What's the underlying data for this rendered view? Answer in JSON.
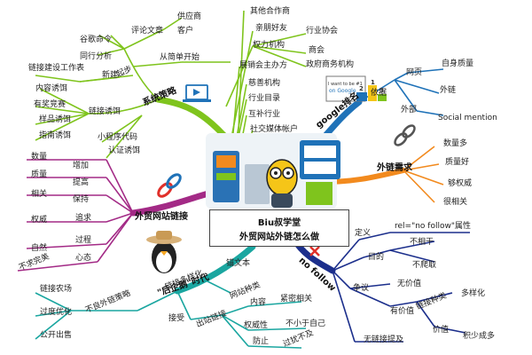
{
  "center": {
    "line1": "Biu叔学堂",
    "line2": "外贸网站外链怎么做"
  },
  "colors": {
    "green": "#7fc41d",
    "blue": "#1f72b8",
    "orange": "#f28a1e",
    "purple": "#a32a86",
    "darkblue": "#1c2f8c",
    "teal": "#1aa6a0",
    "red": "#e0302a"
  },
  "branches": {
    "system": {
      "title": "系统策略",
      "items": [
        "供应商",
        "评论文章",
        "客户",
        "谷歌命令",
        "同行分析",
        "起步",
        "从简单开始",
        "链接建设工作表",
        "新建",
        "内容诱饵",
        "有奖竞赛",
        "样品诱饵",
        "指南诱饵",
        "链接诱饵",
        "小程序代码",
        "认证诱饵",
        "其他合作商",
        "亲朋好友",
        "权力机构",
        "行业协会",
        "商会",
        "政府商务机构",
        "展销会主办方",
        "慈善机构",
        "行业目录",
        "互补行业",
        "社交媒体帐户"
      ]
    },
    "google": {
      "title": "google排名",
      "items": [
        "依据",
        "网页",
        "自身质量",
        "外链",
        "外部",
        "Social mention"
      ]
    },
    "demand": {
      "title": "外链需求",
      "items": [
        "数量多",
        "质量好",
        "够权威",
        "很相关"
      ]
    },
    "nofollow": {
      "title": "no follow",
      "items": [
        "定义",
        "rel=\"no follow\"属性",
        "不相干",
        "目的",
        "不爬取",
        "争议",
        "无价值",
        "有价值",
        "链接种类",
        "多样化",
        "价值",
        "积少成多",
        "无链接提及"
      ]
    },
    "trade": {
      "title": "外贸网站链接",
      "items": [
        "数量",
        "增加",
        "质量",
        "提高",
        "相关",
        "保持",
        "权威",
        "追求",
        "自然",
        "过程",
        "不求完美",
        "心态"
      ]
    },
    "post": {
      "title": "\"后企鹅\"时代",
      "items": [
        "链接农场",
        "过度优化",
        "公开出售",
        "不良外链策略",
        "链接多样化",
        "锚文本",
        "网站种类",
        "接受",
        "出站链接",
        "内容",
        "紧密相关",
        "权威性",
        "不小于自己",
        "防止",
        "过犹不及"
      ]
    }
  },
  "illustration": {
    "sign_lines": [
      "I want to be #1",
      "on Google"
    ],
    "podium": [
      "2",
      "1",
      "3"
    ]
  }
}
